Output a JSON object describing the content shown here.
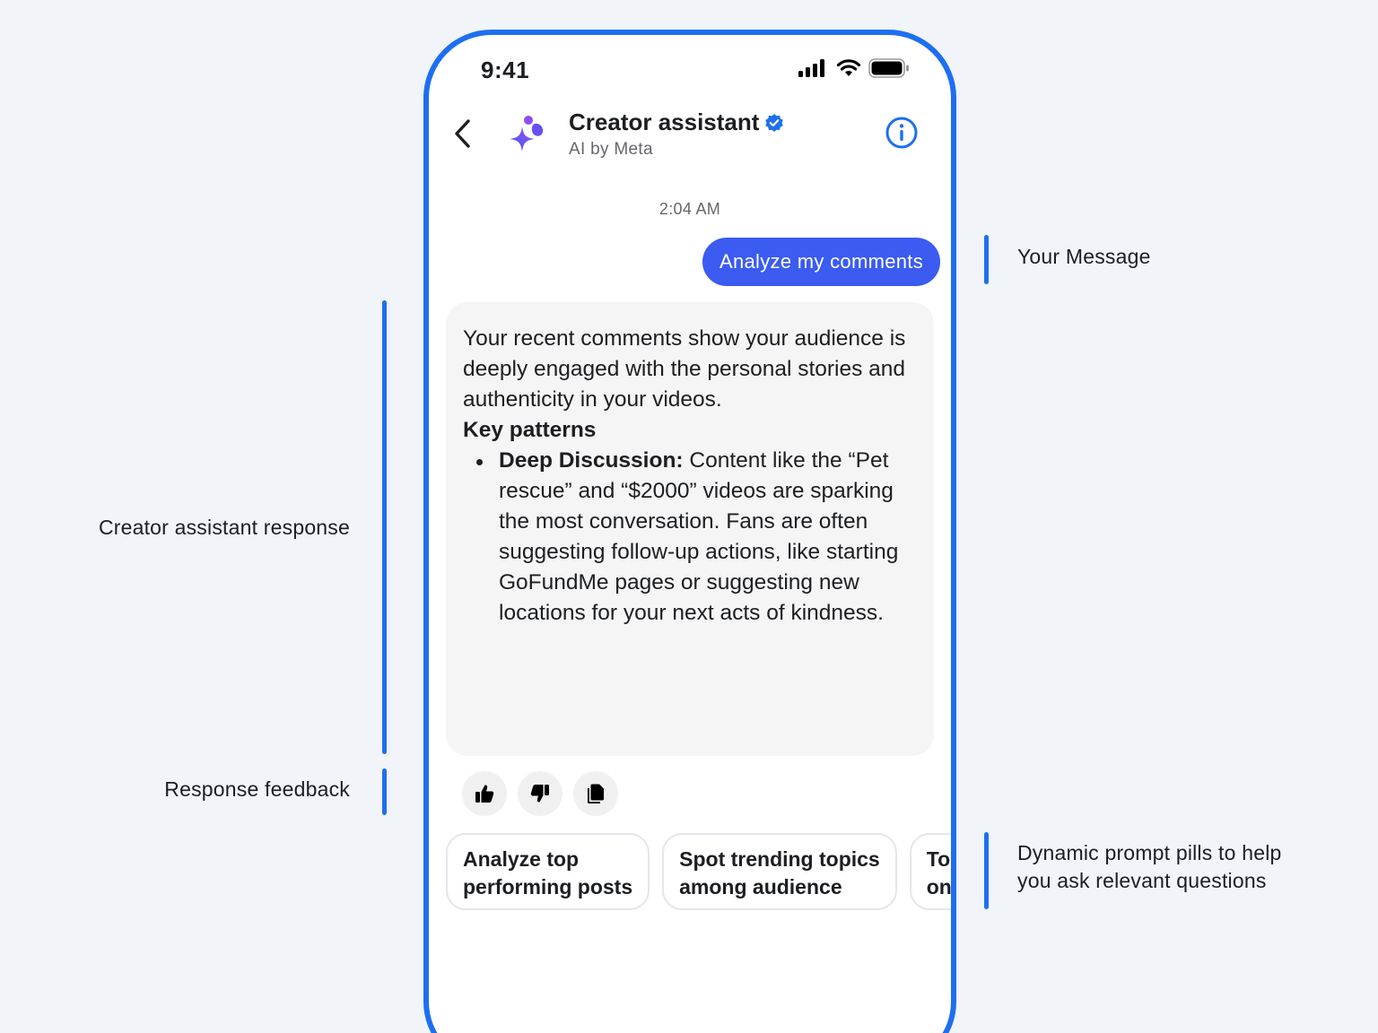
{
  "annotations": {
    "your_message": "Your Message",
    "assistant_response": "Creator assistant response",
    "response_feedback": "Response feedback",
    "prompt_pills_line1": "Dynamic prompt pills to help",
    "prompt_pills_line2": "you ask relevant questions"
  },
  "status_bar": {
    "time": "9:41"
  },
  "header": {
    "title": "Creator assistant",
    "subtitle": "AI by Meta"
  },
  "chat": {
    "timestamp": "2:04 AM",
    "user_message": "Analyze my comments",
    "ai_intro": "Your recent comments show your audience is deeply engaged with the personal stories and authenticity in your videos.",
    "ai_heading": "Key patterns",
    "ai_points": [
      {
        "label": "Deep Discussion:",
        "text": " Content like the “Pet rescue” and “$2000” videos are sparking the most conversation. Fans are often suggesting follow-up actions, like starting GoFundMe pages or suggesting new locations for your next acts of kindness."
      }
    ]
  },
  "prompt_pills": [
    {
      "line1": "Analyze top",
      "line2": "performing posts"
    },
    {
      "line1": "Spot trending topics",
      "line2": "among audience"
    },
    {
      "line1": "To",
      "line2": "on"
    }
  ],
  "colors": {
    "accent": "#1d6ff0",
    "user_bubble": "#3b5bf1",
    "ai_bubble": "#f5f5f5",
    "background": "#f1f4f9"
  }
}
